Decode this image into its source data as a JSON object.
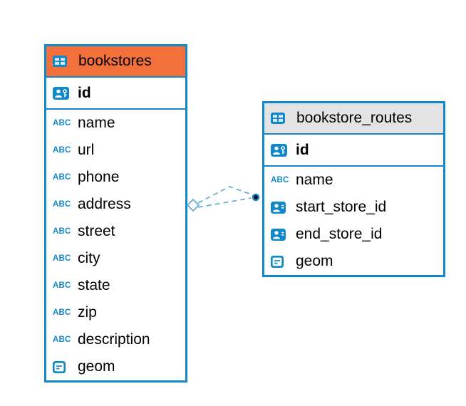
{
  "diagram": {
    "tables": [
      {
        "name": "bookstores",
        "header_color": "#f4703a",
        "columns": [
          {
            "name": "id",
            "icon": "primary-key-icon"
          },
          {
            "name": "name",
            "icon": "text-type-icon"
          },
          {
            "name": "url",
            "icon": "text-type-icon"
          },
          {
            "name": "phone",
            "icon": "text-type-icon"
          },
          {
            "name": "address",
            "icon": "text-type-icon"
          },
          {
            "name": "street",
            "icon": "text-type-icon"
          },
          {
            "name": "city",
            "icon": "text-type-icon"
          },
          {
            "name": "state",
            "icon": "text-type-icon"
          },
          {
            "name": "zip",
            "icon": "text-type-icon"
          },
          {
            "name": "description",
            "icon": "text-type-icon"
          },
          {
            "name": "geom",
            "icon": "geometry-type-icon"
          }
        ]
      },
      {
        "name": "bookstore_routes",
        "header_color": "#e3e3e3",
        "columns": [
          {
            "name": "id",
            "icon": "primary-key-icon"
          },
          {
            "name": "name",
            "icon": "text-type-icon"
          },
          {
            "name": "start_store_id",
            "icon": "reference-type-icon"
          },
          {
            "name": "end_store_id",
            "icon": "reference-type-icon"
          },
          {
            "name": "geom",
            "icon": "geometry-type-icon"
          }
        ]
      }
    ],
    "icons": {
      "text_type_label": "ABC"
    },
    "relationship": {
      "from_table": "bookstores",
      "to_table": "bookstore_routes",
      "line_style": "dashed"
    },
    "colors": {
      "table_border": "#1188c9",
      "bookstores_header": "#f4703a",
      "bookstore_routes_header": "#e3e3e3",
      "relation_line": "#5aa9d6"
    }
  }
}
